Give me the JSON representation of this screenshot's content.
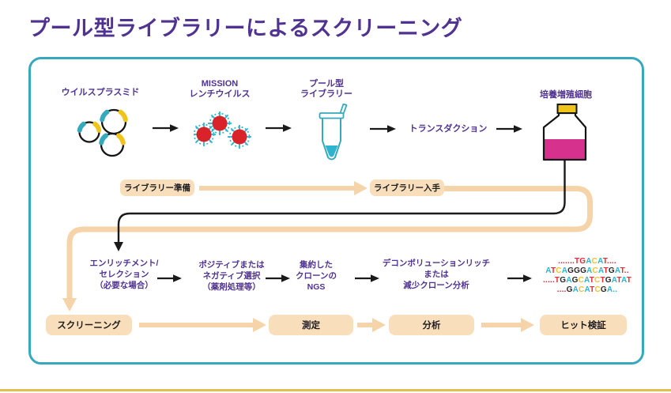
{
  "title": "プール型ライブラリーによるスクリーニング",
  "colors": {
    "brand_purple": "#503291",
    "frame_teal": "#36A9BC",
    "peach_arrow": "#F6D4A9",
    "peach_box": "#F9DEBB",
    "virus_red": "#D8232A",
    "cap_yellow": "#F0C419",
    "flask_magenta": "#D6318C",
    "bottom_rule_gold": "#E2BE4C",
    "dna_red": "#E42A33",
    "dna_cyan": "#2FB4CF",
    "dna_gold": "#F0C22B",
    "dna_dark": "#2A2627"
  },
  "top_row": {
    "plasmid": "ウイルスプラスミド",
    "lentivirus": "MISSION\nレンチウイルス",
    "pool_library": "プール型\nライブラリー",
    "transduction": "トランスダクション",
    "cells": "培養増殖細胞"
  },
  "library_track": {
    "prepare": "ライブラリー準備",
    "obtain": "ライブラリー入手"
  },
  "screening_steps": {
    "enrichment": "エンリッチメント/\nセレクション\n（必要な場合）",
    "selection": "ポジティブまたは\nネガティブ選択\n（薬剤処理等）",
    "ngs": "集約した\nクローンの\nNGS",
    "deconvolution": "デコンボリューションリッチ\nまたは\n減少クローン分析"
  },
  "dna_readout": {
    "lines": [
      [
        {
          "t": ".......TG",
          "c": "red"
        },
        {
          "t": "A",
          "c": "cyan"
        },
        {
          "t": "C",
          "c": "gold"
        },
        {
          "t": "A",
          "c": "cyan"
        },
        {
          "t": "T....",
          "c": "red"
        }
      ],
      [
        {
          "t": "A",
          "c": "cyan"
        },
        {
          "t": "T",
          "c": "red"
        },
        {
          "t": "C",
          "c": "gold"
        },
        {
          "t": "A",
          "c": "cyan"
        },
        {
          "t": "GGG",
          "c": "dark"
        },
        {
          "t": "A",
          "c": "cyan"
        },
        {
          "t": "C",
          "c": "gold"
        },
        {
          "t": "A",
          "c": "cyan"
        },
        {
          "t": "T",
          "c": "red"
        },
        {
          "t": "G",
          "c": "dark"
        },
        {
          "t": "A",
          "c": "cyan"
        },
        {
          "t": "T..",
          "c": "red"
        }
      ],
      [
        {
          "t": ".....T",
          "c": "red"
        },
        {
          "t": "G",
          "c": "dark"
        },
        {
          "t": "A",
          "c": "cyan"
        },
        {
          "t": "G",
          "c": "dark"
        },
        {
          "t": "C",
          "c": "gold"
        },
        {
          "t": "A",
          "c": "cyan"
        },
        {
          "t": "T",
          "c": "red"
        },
        {
          "t": "C",
          "c": "gold"
        },
        {
          "t": "T",
          "c": "red"
        },
        {
          "t": "G",
          "c": "dark"
        },
        {
          "t": "A",
          "c": "cyan"
        },
        {
          "t": "T",
          "c": "red"
        },
        {
          "t": "A",
          "c": "cyan"
        },
        {
          "t": "T",
          "c": "red"
        }
      ],
      [
        {
          "t": "....",
          "c": "red"
        },
        {
          "t": "G",
          "c": "dark"
        },
        {
          "t": "A",
          "c": "cyan"
        },
        {
          "t": "C",
          "c": "gold"
        },
        {
          "t": "A",
          "c": "cyan"
        },
        {
          "t": "T",
          "c": "red"
        },
        {
          "t": "C",
          "c": "gold"
        },
        {
          "t": "G",
          "c": "dark"
        },
        {
          "t": "A",
          "c": "cyan"
        },
        {
          "t": "..",
          "c": "cyan"
        }
      ]
    ]
  },
  "phase_track": {
    "screening": "スクリーニング",
    "measurement": "測定",
    "analysis": "分析",
    "hit_validation": "ヒット検証"
  }
}
